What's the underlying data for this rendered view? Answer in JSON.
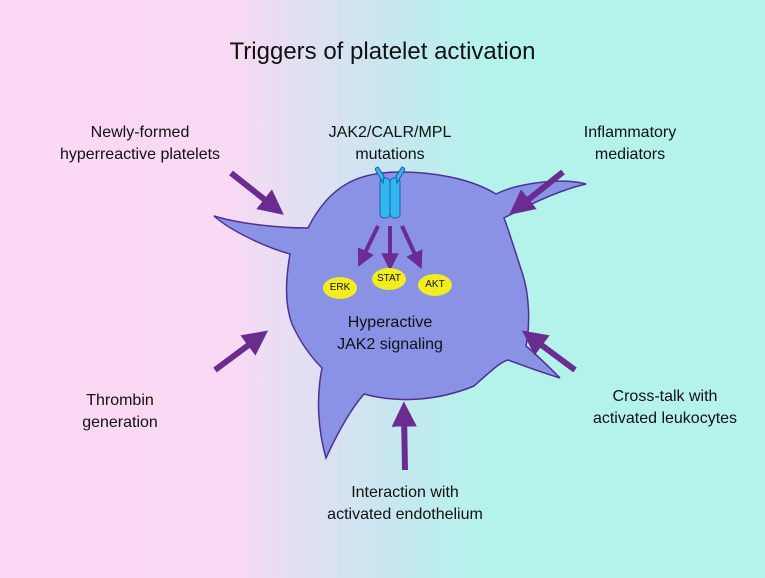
{
  "title": "Triggers of platelet activation",
  "triggers": {
    "newly_formed": [
      "Newly-formed",
      "hyperreactive platelets"
    ],
    "mutations": [
      "JAK2/CALR/MPL",
      "mutations"
    ],
    "inflammatory": [
      "Inflammatory",
      "mediators"
    ],
    "thrombin": [
      "Thrombin",
      "generation"
    ],
    "crosstalk": [
      "Cross-talk with",
      "activated leukocytes"
    ],
    "endothelium": [
      "Interaction with",
      "activated endothelium"
    ]
  },
  "platelet": {
    "signaling": [
      "Hyperactive",
      "JAK2 signaling"
    ],
    "molecules": [
      "ERK",
      "STAT",
      "AKT"
    ]
  },
  "colors": {
    "platelet_fill": "#8a92e6",
    "platelet_outline": "#4e3090",
    "arrow": "#6a2c91",
    "molecule_fill": "#f3ec1e",
    "receptor": "#33b5f0"
  }
}
